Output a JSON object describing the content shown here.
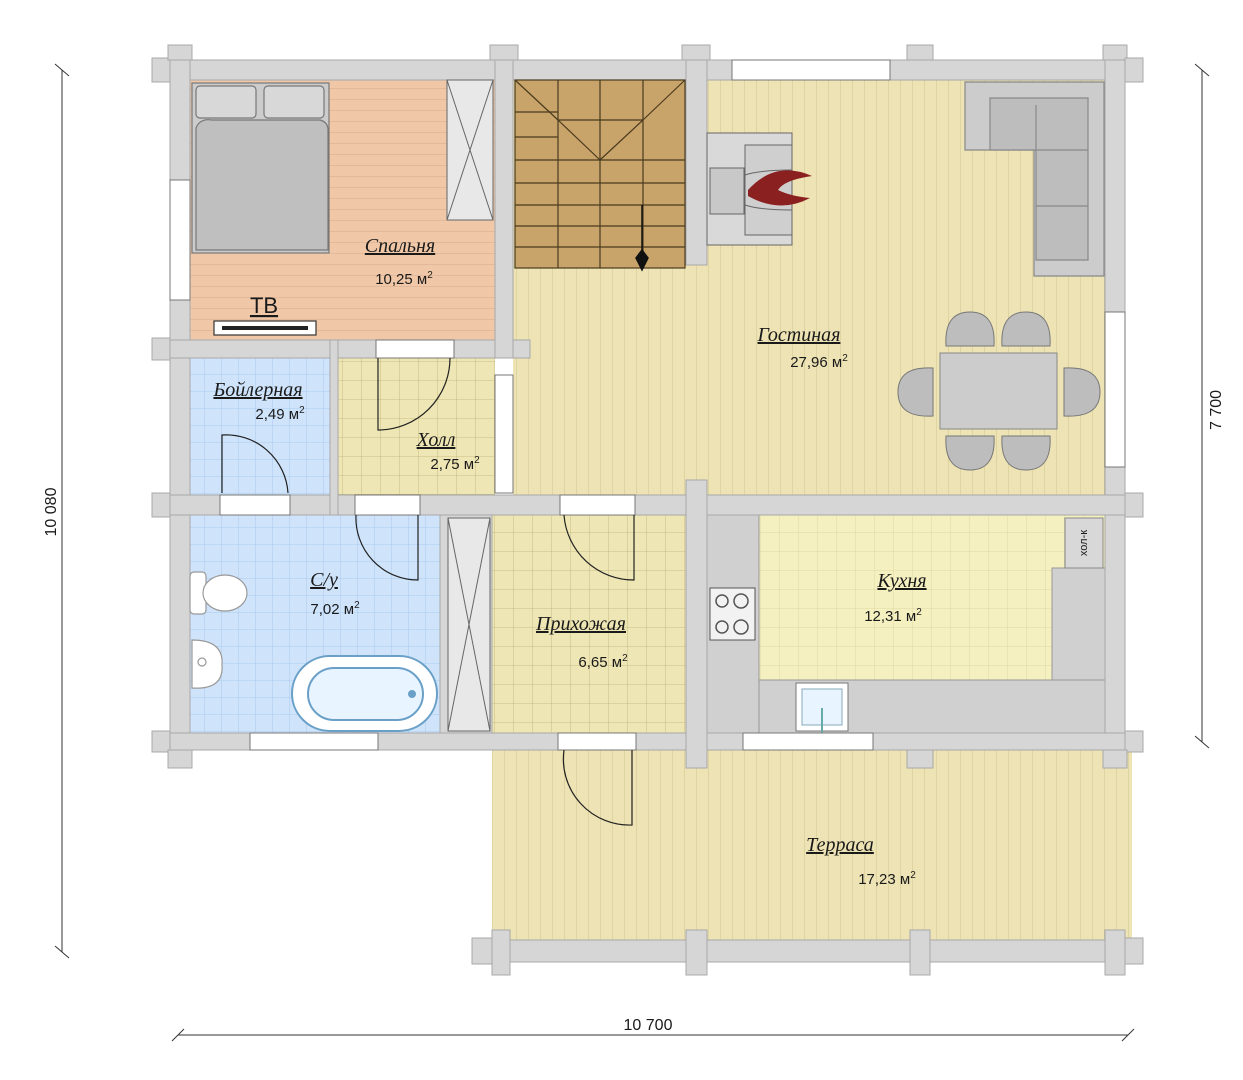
{
  "plan": {
    "rooms": [
      {
        "id": "bedroom",
        "name": "Спальня",
        "area": "10,25",
        "unit": "м",
        "exp": "2"
      },
      {
        "id": "boiler",
        "name": "Бойлерная",
        "area": "2,49",
        "unit": "м",
        "exp": "2"
      },
      {
        "id": "hall",
        "name": "Холл",
        "area": "2,75",
        "unit": "м",
        "exp": "2"
      },
      {
        "id": "bathroom",
        "name": "С/у",
        "area": "7,02",
        "unit": "м",
        "exp": "2"
      },
      {
        "id": "entry",
        "name": "Прихожая",
        "area": "6,65",
        "unit": "м",
        "exp": "2"
      },
      {
        "id": "living",
        "name": "Гостиная",
        "area": "27,96",
        "unit": "м",
        "exp": "2"
      },
      {
        "id": "kitchen",
        "name": "Кухня",
        "area": "12,31",
        "unit": "м",
        "exp": "2"
      },
      {
        "id": "terrace",
        "name": "Терраса",
        "area": "17,23",
        "unit": "м",
        "exp": "2"
      }
    ],
    "labels": {
      "tv": "ТВ",
      "fridge": "хол-к"
    },
    "dimensions": {
      "width": "10 700",
      "depth_total": "10 080",
      "depth_house": "7 700"
    },
    "colors": {
      "wall": "#d6d6d6",
      "wood": "#ede3b4",
      "bedroom": "#f0c8a8",
      "tile_blue": "#cfe4fb",
      "tile_yellow": "#eee6b4",
      "kitchen": "#f5f0c0",
      "stair": "#c9a46a",
      "furniture": "#cccccc",
      "fireplace_flame": "#8b2020"
    }
  }
}
